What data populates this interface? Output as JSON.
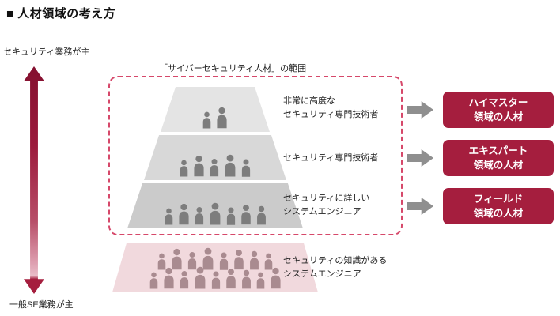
{
  "title": "■ 人材領域の考え方",
  "axis": {
    "top": "セキュリティ業務が主",
    "bottom": "一般SE業務が主"
  },
  "scope_label": "「サイバーセキュリティ人材」の範囲",
  "pyramid": {
    "layers": [
      {
        "lines": [
          "非常に高度な",
          "セキュリティ専門技術者"
        ],
        "rows": [
          2
        ],
        "fill": "#e4e4e4",
        "person_color": "#7d7d7d"
      },
      {
        "lines": [
          "セキュリティ専門技術者"
        ],
        "rows": [
          5
        ],
        "fill": "#d8d8d8",
        "person_color": "#7d7d7d"
      },
      {
        "lines": [
          "セキュリティに詳しい",
          "システムエンジニア"
        ],
        "rows": [
          7
        ],
        "fill": "#cbcbcb",
        "person_color": "#7d7d7d"
      },
      {
        "lines": [
          "セキュリティの知識がある",
          "システムエンジニア"
        ],
        "rows": [
          8,
          9
        ],
        "fill": "#f1d9dd",
        "person_color": "#a98b90"
      }
    ]
  },
  "targets": [
    {
      "lines": [
        "ハイマスター",
        "領域の人材"
      ]
    },
    {
      "lines": [
        "エキスパート",
        "領域の人材"
      ]
    },
    {
      "lines": [
        "フィールド",
        "領域の人材"
      ]
    }
  ],
  "colors": {
    "accent_red": "#a51e3e",
    "dashed_border": "#d6486a",
    "flow_arrow_gray": "#8f8f8f",
    "layer4_pink": "#f1d9dd"
  }
}
